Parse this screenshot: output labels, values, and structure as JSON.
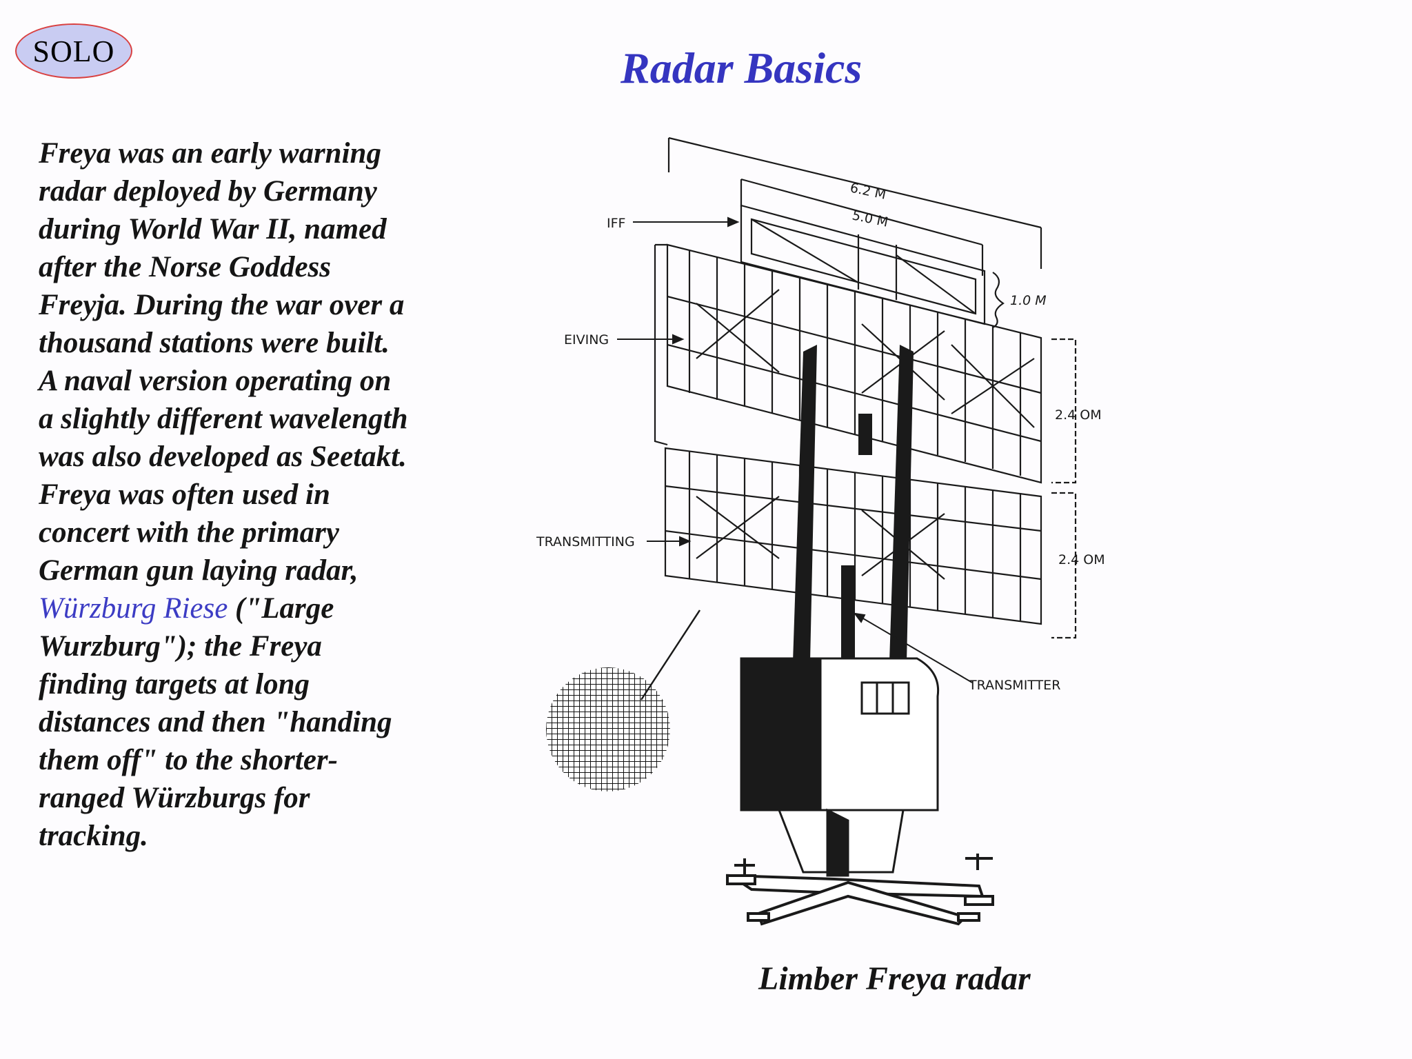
{
  "logo": {
    "text": "SOLO"
  },
  "title": "Radar Basics",
  "body": {
    "lines": [
      "Freya was an early warning",
      "radar deployed by Germany",
      "during World War II, named",
      "after the Norse Goddess",
      "Freyja. During the war over a",
      "thousand stations were built.",
      "A naval version operating on",
      "a slightly different wavelength",
      "was also developed as Seetakt.",
      "Freya was often used in",
      "concert with the primary",
      "German gun laying radar,"
    ],
    "link_text": "Würzburg Riese",
    "link_after": " (\"Large",
    "lines_after": [
      "Wurzburg\"); the Freya",
      "finding targets at long",
      "distances and then \"handing",
      "them off\" to the shorter-",
      "ranged Würzburgs for",
      "tracking."
    ]
  },
  "diagram": {
    "labels": {
      "dim_overall": "6.2 M",
      "dim_inner": "5.0 M",
      "dim_iff": "1.0 M",
      "iff": "IFF",
      "receiving": "EIVING",
      "transmitting": "TRANSMITTING",
      "dim_upper": "2.4 OM",
      "dim_lower": "2.4 OM",
      "transmitter": "TRANSMITTER"
    }
  },
  "caption": "Limber Freya radar"
}
